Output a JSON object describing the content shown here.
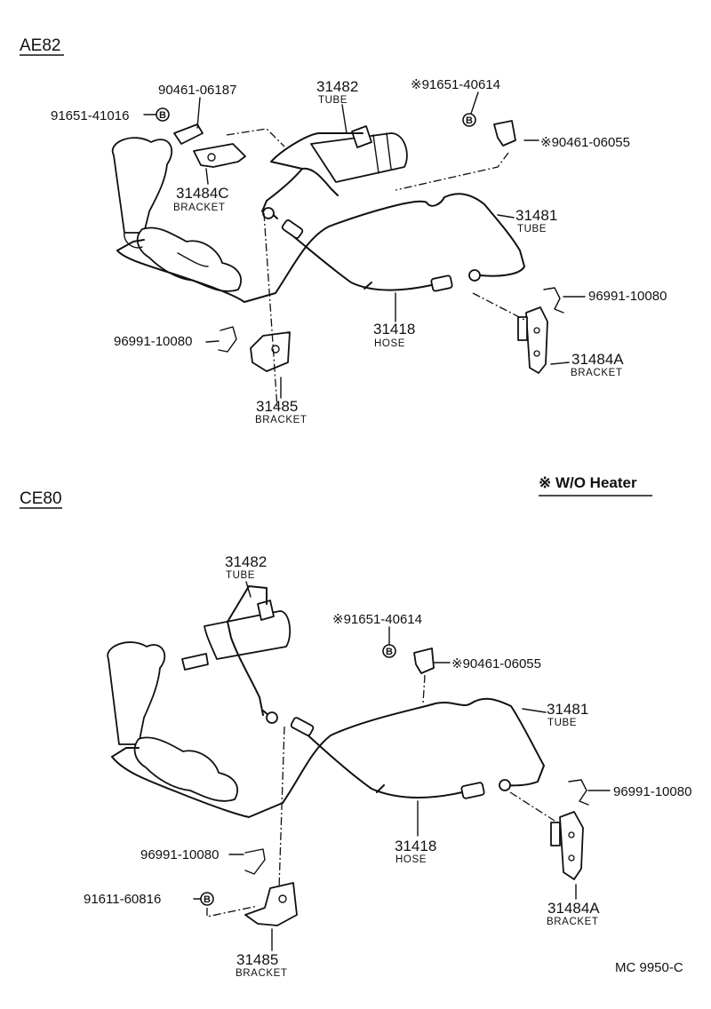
{
  "sections": {
    "ae82": {
      "title": "AE82",
      "parts": {
        "tube_31482": {
          "number": "31482",
          "name": "TUBE"
        },
        "clip_91651_40614": {
          "number": "※91651-40614"
        },
        "clip_90461_06187": {
          "number": "90461-06187"
        },
        "bolt_91651_41016": {
          "number": "91651-41016"
        },
        "clamp_90461_06055": {
          "number": "※90461-06055"
        },
        "bracket_31484C": {
          "number": "31484C",
          "name": "BRACKET"
        },
        "tube_31481": {
          "number": "31481",
          "name": "TUBE"
        },
        "clip_96991_10080_right": {
          "number": "96991-10080"
        },
        "hose_31418": {
          "number": "31418",
          "name": "HOSE"
        },
        "bracket_31484A": {
          "number": "31484A",
          "name": "BRACKET"
        },
        "clip_96991_10080_left": {
          "number": "96991-10080"
        },
        "bracket_31485": {
          "number": "31485",
          "name": "BRACKET"
        }
      }
    },
    "ce80": {
      "title": "CE80",
      "parts": {
        "tube_31482": {
          "number": "31482",
          "name": "TUBE"
        },
        "clip_91651_40614": {
          "number": "※91651-40614"
        },
        "clamp_90461_06055": {
          "number": "※90461-06055"
        },
        "tube_31481": {
          "number": "31481",
          "name": "TUBE"
        },
        "clip_96991_10080_right": {
          "number": "96991-10080"
        },
        "hose_31418": {
          "number": "31418",
          "name": "HOSE"
        },
        "bracket_31484A": {
          "number": "31484A",
          "name": "BRACKET"
        },
        "clip_96991_10080_left": {
          "number": "96991-10080"
        },
        "bolt_91611_60816": {
          "number": "91611-60816"
        },
        "bracket_31485": {
          "number": "31485",
          "name": "BRACKET"
        }
      }
    }
  },
  "note": "※ W/O Heater",
  "bolt_symbol": "B",
  "reference_code": "MC 9950-C"
}
